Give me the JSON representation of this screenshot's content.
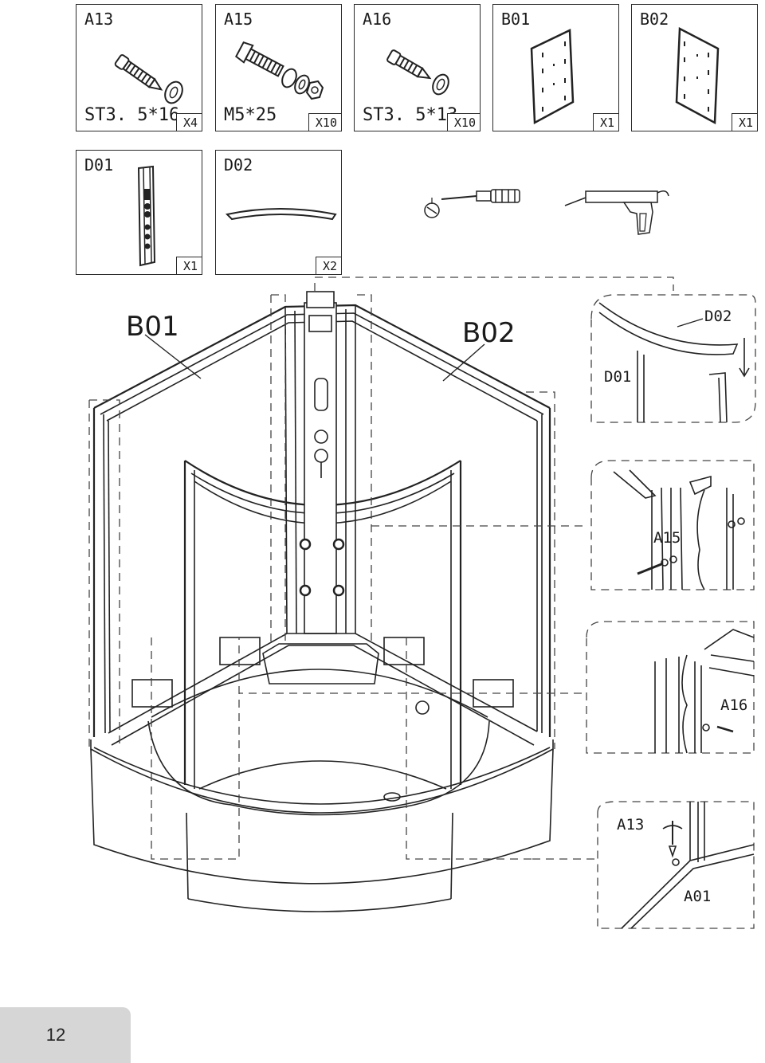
{
  "parts": [
    {
      "code": "A13",
      "spec": "ST3. 5*16",
      "qty": "X4",
      "art": "screw-icon"
    },
    {
      "code": "A15",
      "spec": "M5*25",
      "qty": "X10",
      "art": "bolt-nut-icon"
    },
    {
      "code": "A16",
      "spec": "ST3. 5*13",
      "qty": "X10",
      "art": "screw-icon"
    },
    {
      "code": "B01",
      "spec": "",
      "qty": "X1",
      "art": "glass-panel-icon"
    },
    {
      "code": "B02",
      "spec": "",
      "qty": "X1",
      "art": "glass-panel-icon"
    },
    {
      "code": "D01",
      "spec": "",
      "qty": "X1",
      "art": "shower-column-icon"
    },
    {
      "code": "D02",
      "spec": "",
      "qty": "X2",
      "art": "roof-strip-icon"
    }
  ],
  "tools": [
    {
      "name": "screwdriver-icon"
    },
    {
      "name": "caulking-gun-icon"
    }
  ],
  "labels": {
    "b01": "B01",
    "b02": "B02",
    "detail_d02": "D02",
    "detail_d01": "D01",
    "detail_a15": "A15",
    "detail_a16": "A16",
    "detail_a13": "A13",
    "detail_a01": "A01"
  },
  "page": {
    "number": "12"
  },
  "colors": {
    "line": "#1a1a1a",
    "tab": "#d6d6d6"
  }
}
